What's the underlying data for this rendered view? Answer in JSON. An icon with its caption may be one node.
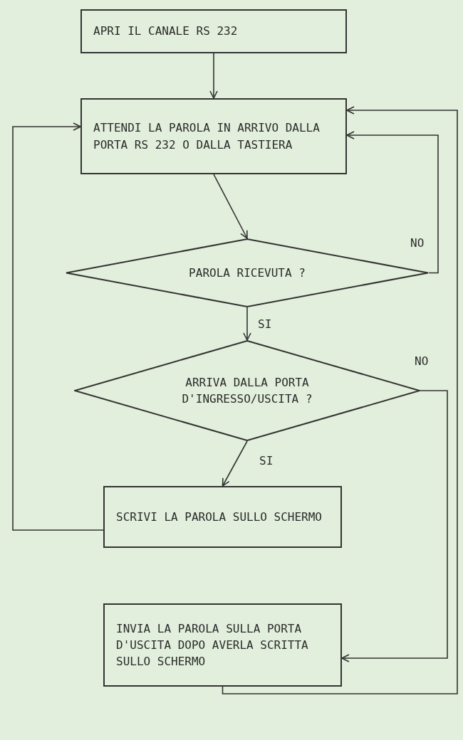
{
  "diagram": {
    "nodes": [
      {
        "text": [
          "APRI IL CANALE RS 232"
        ]
      },
      {
        "text": [
          "ATTENDI LA PAROLA IN ARRIVO DALLA PORTA RS 232 O DALLA TASTIERA"
        ]
      },
      {
        "text": [
          "PAROLA RICEVUTA ?"
        ]
      },
      {
        "text": [
          "ARRIVA DALLA PORTA D'INGRESSO/USCITA ?"
        ]
      },
      {
        "text": [
          "SCRIVI LA PAROLA SULLO SCHERMO"
        ]
      },
      {
        "text": [
          "INVIA LA PAROLA SULLA PORTA D'USCITA DOPO AVERLA SCRITTA SULLO SCHERMO"
        ]
      }
    ],
    "edges": [
      {
        "from": 0,
        "to": 1,
        "arrow": "to"
      },
      {
        "from": 1,
        "to": 2,
        "arrow": "to"
      },
      {
        "from": 2,
        "to": 1,
        "arrow": "to",
        "label": "NO"
      },
      {
        "from": 2,
        "to": 3,
        "arrow": "to",
        "label": "SI"
      },
      {
        "from": 3,
        "to": 4,
        "arrow": "to",
        "label": "SI"
      },
      {
        "from": 3,
        "to": 5,
        "arrow": "to",
        "label": "NO"
      },
      {
        "from": 4,
        "to": 1,
        "arrow": "to"
      },
      {
        "from": 5,
        "to": 1,
        "arrow": "to"
      }
    ]
  }
}
